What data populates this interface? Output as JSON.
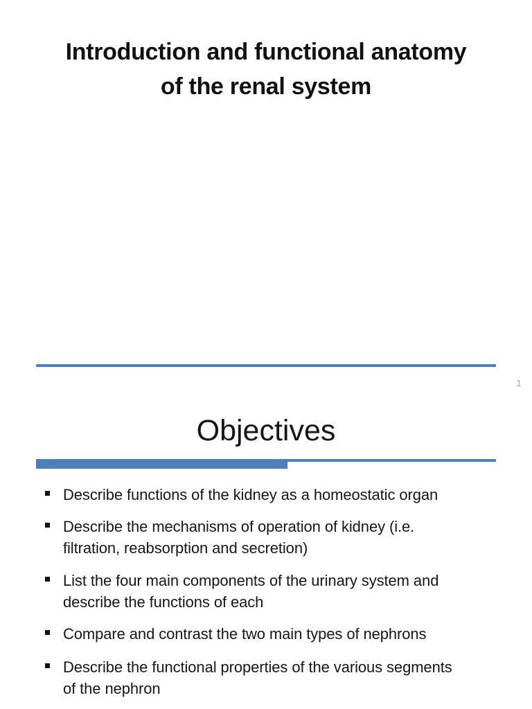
{
  "slide1": {
    "title_line1": "Introduction and functional anatomy",
    "title_line2": "of the renal system",
    "page_number": "1"
  },
  "slide2": {
    "heading": "Objectives",
    "bullets": [
      "Describe functions of the kidney as a homeostatic organ",
      "Describe the mechanisms of operation of kidney (i.e. filtration, reabsorption and secretion)",
      "List the four main components of the urinary system and describe the functions of each",
      "Compare and contrast the two main types of nephrons",
      "Describe the functional properties of the various segments of the nephron"
    ]
  },
  "colors": {
    "accent_blue": "#4d7fba",
    "page_number_gray": "#a3a3a3",
    "text_color": "#161616"
  },
  "icons": {
    "bullet": "black-square-bullet"
  }
}
